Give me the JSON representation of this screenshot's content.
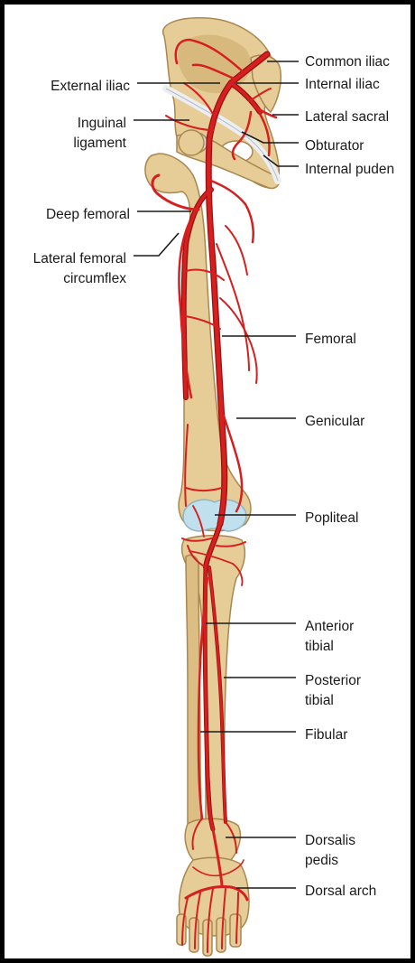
{
  "colors": {
    "bone": "#e6cc96",
    "bone_shade": "#c9a86b",
    "bone_outline": "#a9874f",
    "artery": "#d61f1f",
    "artery_dark": "#9b1010",
    "cartilage": "#bfe0ec",
    "ligament": "#eceff2",
    "leader": "#1a1a1a",
    "frame": "#000000"
  },
  "labels": {
    "common_iliac": "Common iliac",
    "internal_iliac": "Internal iliac",
    "lateral_sacral": "Lateral sacral",
    "obturator": "Obturator",
    "internal_pudendal": "Internal puden",
    "external_iliac": "External iliac",
    "inguinal_ligament_1": "Inguinal",
    "inguinal_ligament_2": "ligament",
    "deep_femoral": "Deep femoral",
    "lateral_femoral_1": "Lateral femoral",
    "lateral_femoral_2": "circumflex",
    "femoral": "Femoral",
    "genicular": "Genicular",
    "popliteal": "Popliteal",
    "anterior_tibial_1": "Anterior",
    "anterior_tibial_2": "tibial",
    "posterior_tibial_1": "Posterior",
    "posterior_tibial_2": "tibial",
    "fibular": "Fibular",
    "dorsalis_pedis_1": "Dorsalis",
    "dorsalis_pedis_2": "pedis",
    "dorsal_arch": "Dorsal arch"
  }
}
